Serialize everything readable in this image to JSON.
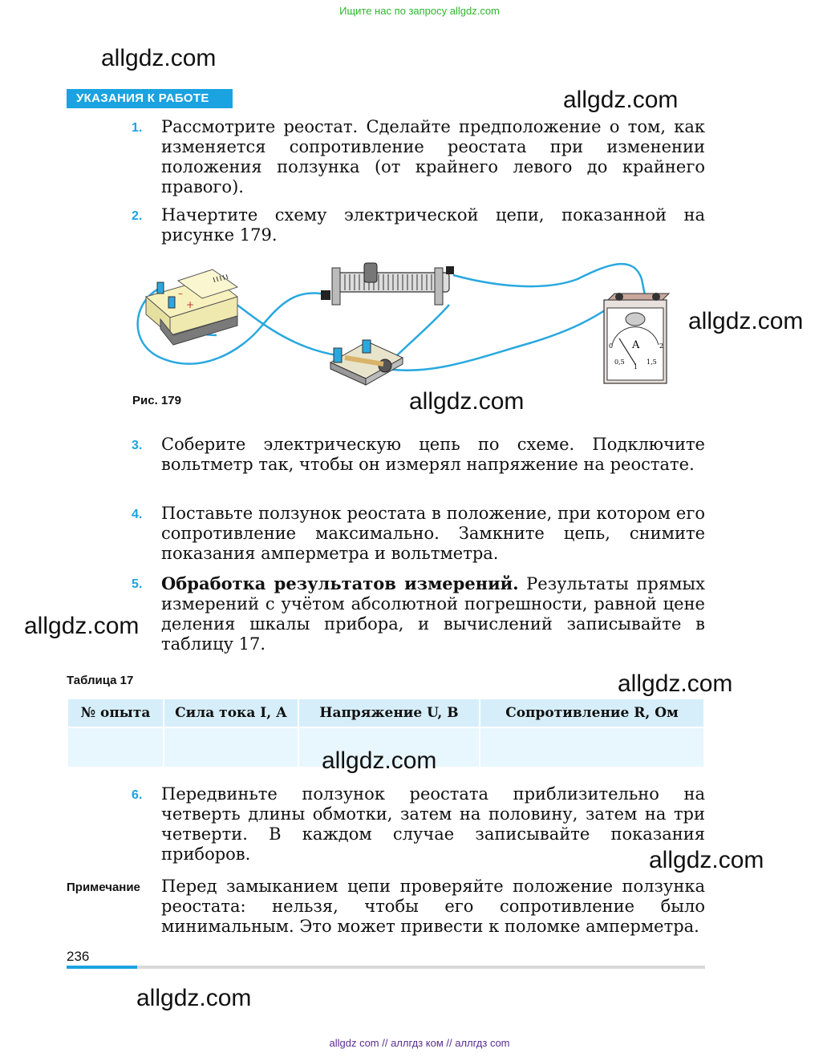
{
  "top_banner": "Ищите нас по запросу allgdz.com",
  "watermarks": [
    "allgdz.com",
    "allgdz.com",
    "allgdz.com",
    "allgdz.com",
    "allgdz.com",
    "allgdz.com",
    "allgdz.com",
    "allgdz.com",
    "allgdz.com"
  ],
  "section_title": "УКАЗАНИЯ К РАБОТЕ",
  "steps": [
    {
      "num": "1.",
      "text": "Рассмотрите реостат. Сделайте предположение о том, как изменяется сопротивление реостата при изменении положения ползунка (от крайнего левого до крайнего правого)."
    },
    {
      "num": "2.",
      "text": "Начертите схему электрической цепи, показанной на рисунке 179."
    },
    {
      "num": "3.",
      "text": "Соберите электрическую цепь по схеме. Подключите вольтметр так, чтобы он измерял напряжение на реостате."
    },
    {
      "num": "4.",
      "text": "Поставьте ползунок реостата в положение, при котором его сопротивление максимально. Замкните цепь, снимите показания амперметра и вольтметра."
    },
    {
      "num": "5.",
      "bold": "Обработка результатов измерений.",
      "text": " Результаты прямых измерений с учётом абсолютной погрешности, равной цене деления шкалы прибора, и вычислений записывайте в таблицу 17."
    },
    {
      "num": "6.",
      "text": "Передвиньте ползунок реостата приблизительно на четверть длины обмотки, затем на половину, затем на три четверти. В каждом случае записывайте показания приборов."
    }
  ],
  "figure": {
    "caption": "Рис. 179",
    "ammeter": {
      "letter": "A",
      "scale": [
        "0",
        "0,5",
        "1",
        "1,5",
        "2"
      ]
    },
    "colors": {
      "wire": "#29a8df",
      "battery": "#f5f0b4",
      "ammeter_body": "#c9a79c"
    }
  },
  "table": {
    "caption": "Таблица 17",
    "headers": [
      "№ опыта",
      "Сила тока I, А",
      "Напряжение U, В",
      "Сопротивление R, Ом"
    ],
    "rows": [
      [
        "",
        "",
        "",
        ""
      ]
    ]
  },
  "note": {
    "label": "Примечание",
    "text": "Перед замыканием цепи проверяйте положение ползунка реостата: нельзя, чтобы его сопротивление было минимальным. Это может привести к поломке амперметра."
  },
  "page_number": "236",
  "bottom_banner": "allgdz com  //  аллгдз ком  //  аллгдз com",
  "accent_color": "#1aa3e0"
}
